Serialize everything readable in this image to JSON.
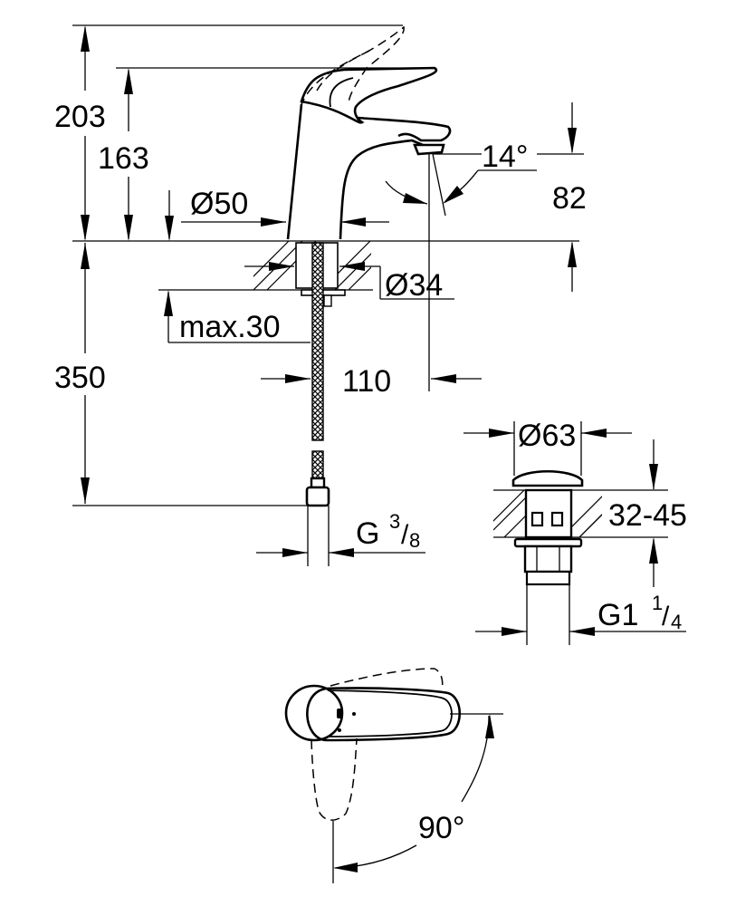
{
  "drawing": {
    "title": "Basin mixer technical drawing",
    "line_color": "#000000",
    "background": "#ffffff"
  },
  "dimensions": {
    "height_lever_raised": "203",
    "height_spout_top": "163",
    "base_diameter": "Ø50",
    "spout_outlet_angle": "14°",
    "spout_outlet_height": "82",
    "mounting_hole_diameter": "Ø34",
    "max_deck_thickness": "max.30",
    "spout_projection": "110",
    "hose_length": "350",
    "hose_connection": {
      "main": "G",
      "num": "3",
      "sep": "/",
      "den": "8"
    }
  },
  "waste": {
    "diameter": "Ø63",
    "deck_thickness_range": "32-45",
    "thread": {
      "main": "G1",
      "num": "1",
      "sep": "/",
      "den": "4"
    }
  },
  "lever_plan": {
    "rotation_angle": "90°"
  }
}
